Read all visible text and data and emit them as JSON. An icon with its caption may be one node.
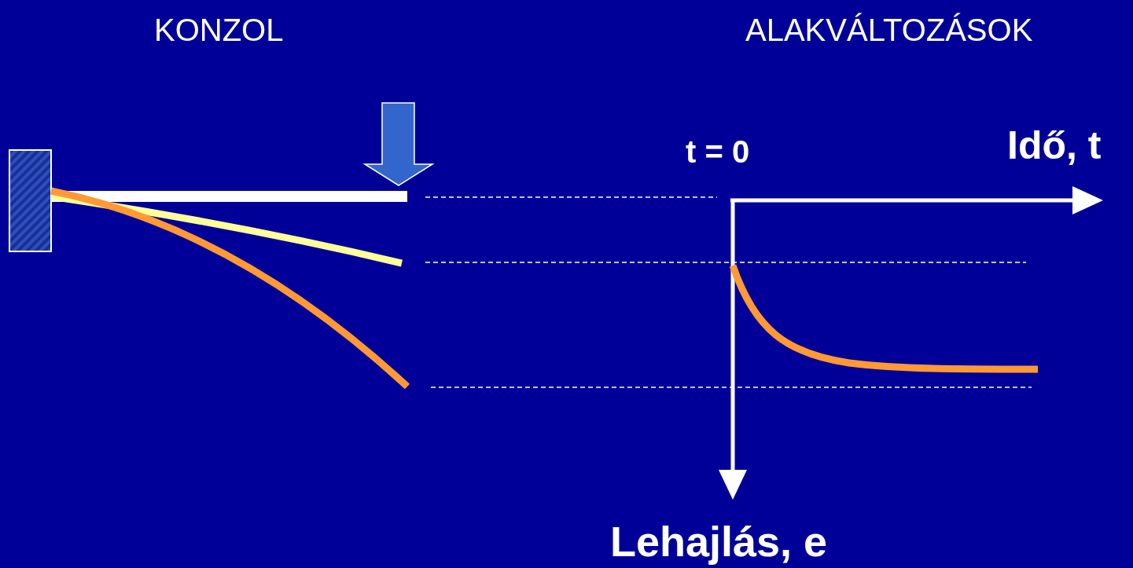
{
  "diagram": {
    "labels": [
      "KONZOL",
      "ALAKVÁLTOZÁSOK",
      "t = 0",
      "Idő, t",
      "Lehajlás, e"
    ]
  }
}
